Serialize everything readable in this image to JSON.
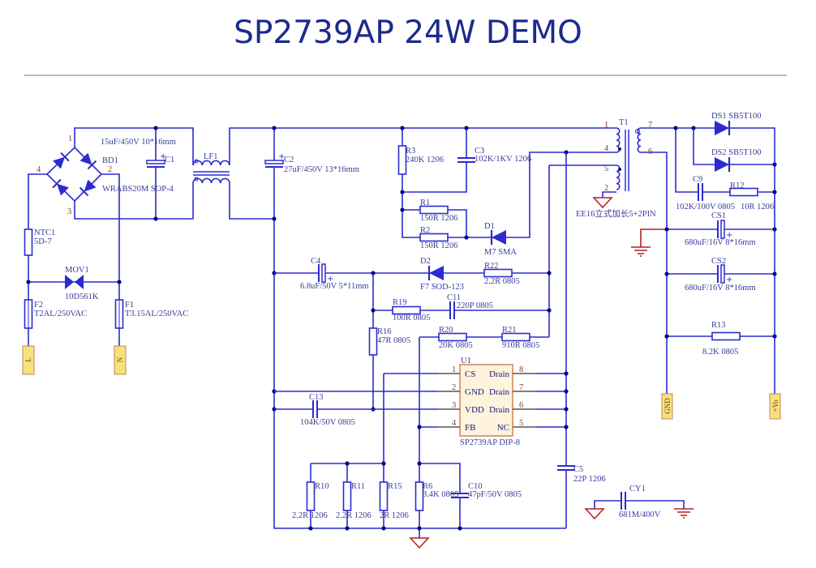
{
  "title": "SP2739AP 24W DEMO",
  "colors": {
    "wire": "#2b2bd0",
    "junction": "#0a0a80",
    "ground": "#b02020",
    "connector_fill": "#f4e27a",
    "ic_fill": "#fff3dc",
    "title": "#1b2a8c"
  },
  "components": {
    "BD1": {
      "ref": "BD1",
      "value": "WRABS20M SOP-4"
    },
    "C1": {
      "ref": "C1",
      "value": "15uF/450V 10*16mm"
    },
    "LF1": {
      "ref": "LF1"
    },
    "C2": {
      "ref": "C2",
      "value": "27uF/450V 13*16mm"
    },
    "NTC1": {
      "ref": "NTC1",
      "value": "5D-7"
    },
    "MOV1": {
      "ref": "MOV1",
      "value": "10D561K"
    },
    "F2": {
      "ref": "F2",
      "value": "T2AL/250VAC"
    },
    "F1": {
      "ref": "F1",
      "value": "T3.15AL/250VAC"
    },
    "R3": {
      "ref": "R3",
      "value": "240K 1206"
    },
    "C3": {
      "ref": "C3",
      "value": "102K/1KV 1206"
    },
    "R1": {
      "ref": "R1",
      "value": "150R 1206"
    },
    "R2": {
      "ref": "R2",
      "value": "150R 1206"
    },
    "D1": {
      "ref": "D1",
      "value": "M7 SMA"
    },
    "C4": {
      "ref": "C4",
      "value": "6.8uF/50V 5*11mm"
    },
    "D2": {
      "ref": "D2",
      "value": "F7 SOD-123"
    },
    "R22": {
      "ref": "R22",
      "value": "2.2R 0805"
    },
    "R19": {
      "ref": "R19",
      "value": "100R 0805"
    },
    "C11": {
      "ref": "C11",
      "value": "220P 0805"
    },
    "R16": {
      "ref": "R16",
      "value": "47R 0805"
    },
    "R20": {
      "ref": "R20",
      "value": "20K 0805"
    },
    "R21": {
      "ref": "R21",
      "value": "910R 0805"
    },
    "C13": {
      "ref": "C13",
      "value": "104K/50V 0805"
    },
    "R10": {
      "ref": "R10",
      "value": "2.2R 1206"
    },
    "R11": {
      "ref": "R11",
      "value": "2.2R 1206"
    },
    "R15": {
      "ref": "R15",
      "value": "2R 1206"
    },
    "R6": {
      "ref": "R6",
      "value": "3.4K 0805"
    },
    "C10": {
      "ref": "C10",
      "value": "47pF/50V 0805"
    },
    "C5": {
      "ref": "C5",
      "value": "22P 1206"
    },
    "CY1": {
      "ref": "CY1",
      "value": "681M/400V"
    },
    "T1": {
      "ref": "T1",
      "value": "EE16立式加长5+2PIN"
    },
    "DS1": {
      "label": "DS1 SB5T100"
    },
    "DS2": {
      "label": "DS2 SB5T100"
    },
    "C9": {
      "ref": "C9",
      "value": "102K/100V 0805"
    },
    "R12": {
      "ref": "R12",
      "value": "10R 1206"
    },
    "CS1": {
      "ref": "CS1",
      "value": "680uF/16V 8*16mm"
    },
    "CS2": {
      "ref": "CS2",
      "value": "680uF/16V 8*16mm"
    },
    "R13": {
      "ref": "R13",
      "value": "8.2K 0805"
    }
  },
  "bridge_pins": [
    "1",
    "2",
    "3",
    "4"
  ],
  "transformer_pins": {
    "p1": "1",
    "p4": "4",
    "p5": "5",
    "p2": "2",
    "p7": "7",
    "p6": "6"
  },
  "U1": {
    "ref": "U1",
    "value": "SP2739AP DIP-8",
    "left_pins": [
      {
        "num": "1",
        "name": "CS"
      },
      {
        "num": "2",
        "name": "GND"
      },
      {
        "num": "3",
        "name": "VDD"
      },
      {
        "num": "4",
        "name": "FB"
      }
    ],
    "right_pins": [
      {
        "num": "8",
        "name": "Drain"
      },
      {
        "num": "7",
        "name": "Drain"
      },
      {
        "num": "6",
        "name": "Drain"
      },
      {
        "num": "5",
        "name": "NC"
      }
    ]
  },
  "connectors": {
    "L": "L",
    "N": "N",
    "GND": "GND",
    "VO": "+Vo"
  }
}
